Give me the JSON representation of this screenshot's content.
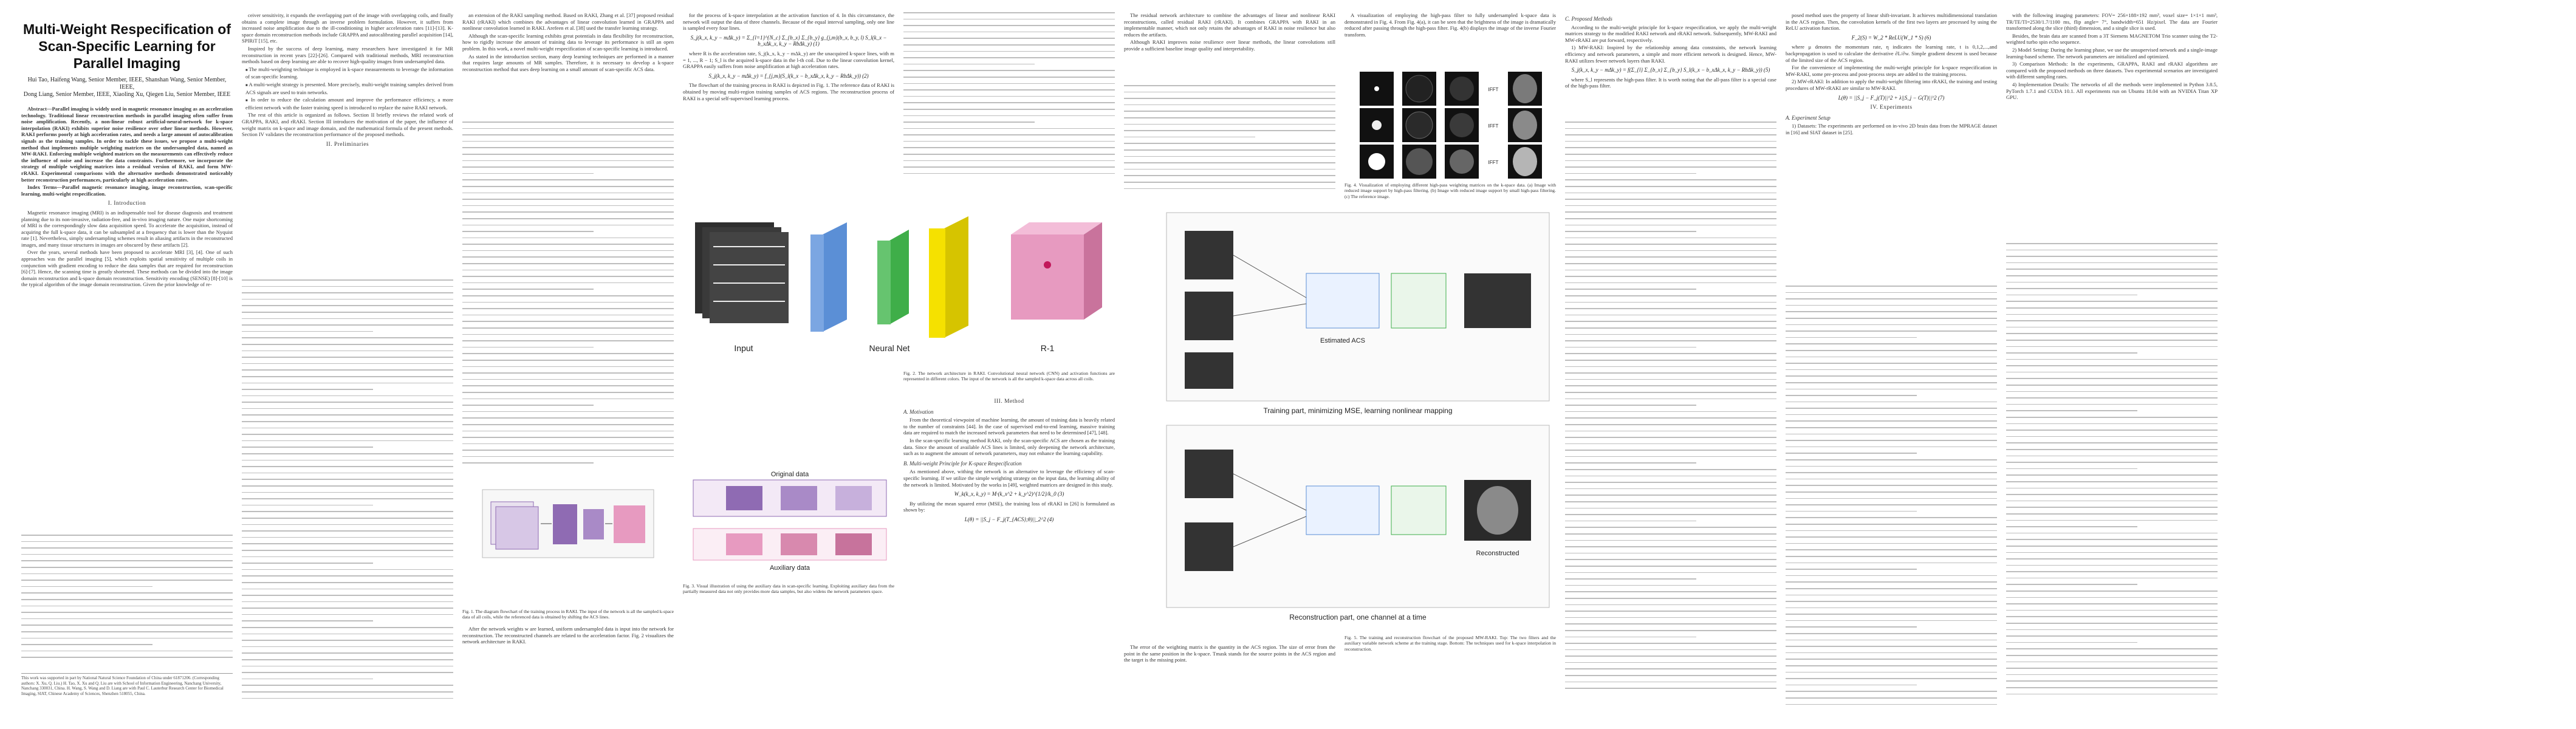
{
  "paper": {
    "title": "Multi-Weight Respecification of Scan-Specific Learning for Parallel Imaging",
    "authors_line1": "Hui Tao, Haifeng Wang, Senior Member, IEEE, Shanshan Wang, Senior Member, IEEE,",
    "authors_line2": "Dong Liang, Senior Member, IEEE, Xiaoling Xu, Qiegen Liu, Senior Member, IEEE",
    "abstract": "Abstract—Parallel imaging is widely used in magnetic resonance imaging as an acceleration technology. Traditional linear reconstruction methods in parallel imaging often suffer from noise amplification. Recently, a non-linear robust artificial-neural-network for k-space interpolation (RAKI) exhibits superior noise resilience over other linear methods. However, RAKI performs poorly at high acceleration rates, and needs a large amount of autocalibration signals as the training samples. In order to tackle these issues, we propose a multi-weight method that implements multiple weighting matrices on the undersampled data, named as MW-RAKI. Enforcing multiple weighted matrices on the measurements can effectively reduce the influence of noise and increase the data constraints. Furthermore, we incorporate the strategy of multiple weighting matrices into a residual version of RAKI, and form MW-rRAKI. Experimental comparisons with the alternative methods demonstrated noticeably better reconstruction performances, particularly at high acceleration rates.",
    "index_terms": "Index Terms—Parallel magnetic resonance imaging, image reconstruction, scan-specific learning, multi-weight respecification.",
    "section_intro": "I. Introduction",
    "intro_p1": "Magnetic resonance imaging (MRI) is an indispensable tool for disease diagnosis and treatment planning due to its non-invasive, radiation-free, and in-vivo imaging nature. One major shortcoming of MRI is the correspondingly slow data acquisition speed. To accelerate the acquisition, instead of acquiring the full k-space data, it can be subsampled at a frequency that is lower than the Nyquist rate [1]. Nevertheless, simply undersampling schemes result in aliasing artifacts in the reconstructed images, and many tissue structures in images are obscured by these artifacts [2].",
    "intro_p2": "Over the years, several methods have been proposed to accelerate MRI [3], [4]. One of such approaches was the parallel imaging [5], which exploits spatial sensitivity of multiple coils in conjunction with gradient encoding to reduce the data samples that are required for reconstruction [6]-[7]. Hence, the scanning time is greatly shortened. These methods can be divided into the image domain reconstruction and k-space domain reconstruction. Sensitivity encoding (SENSE) [8]-[10] is the typical algorithm of the image domain reconstruction. Given the prior knowledge of re-",
    "footnote": "This work was supported in part by National Natural Science Foundation of China under 61871206. (Corresponding authors: X. Xu, Q. Liu.) H. Tao, X. Xu and Q. Liu are with School of Information Engineering, Nanchang University, Nanchang 330031, China. H. Wang, S. Wang and D. Liang are with Paul C. Lauterbur Research Center for Biomedical Imaging, SIAT, Chinese Academy of Sciences, Shenzhen 518055, China.",
    "col2_p1": "ceiver sensitivity, it expands the overlapping part of the image with overlapping coils, and finally obtains a complete image through an inverse problem formulation. However, it suffers from increased noise amplification due to the ill-conditioning in higher acceleration rates [11]-[13]. K-space domain reconstruction methods include GRAPPA and autocalibrating parallel acquisition [14], SPIRiT [15], etc.",
    "col2_p2": "Inspired by the success of deep learning, many researchers have investigated it for MR reconstruction in recent years [22]-[26]. Compared with traditional methods, MRI reconstruction methods based on deep learning are able to recover high-quality images from undersampled data.",
    "col2_bullets": [
      "The multi-weighting technique is employed in k-space measurements to leverage the information of scan-specific learning.",
      "A multi-weight strategy is presented. More precisely, multi-weight training samples derived from ACS signals are used to train networks.",
      "In order to reduce the calculation amount and improve the performance efficiency, a more efficient network with the faster training speed is introduced to replace the naive RAKI network."
    ],
    "col2_tail": "The rest of this article is organized as follows. Section II briefly reviews the related work of GRAPPA, RAKI, and rRAKI. Section III introduces the motivation of the paper, the influence of weight matrix on k-space and image domain, and the mathematical formula of the present methods. Section IV validates the reconstruction performance of the proposed methods.",
    "section_prelim": "II. Preliminaries",
    "col3_p1": "an extension of the RAKI sampling method. Based on RAKI, Zhang et al. [37] proposed residual RAKI (rRAKI) which combines the advantages of linear convolution learned in GRAPPA and nonlinear convolution learned in RAKI. Arefeen et al. [38] used the transfer learning strategy.",
    "col3_p2": "Although the scan-specific learning exhibits great potentials in data flexibility for reconstruction, how to rigidly increase the amount of training data to leverage its performance is still an open problem. In this work, a novel multi-weight respecification of scan-specific learning is introduced.",
    "col3_p3": "As stated in the introduction section, many deep learning techniques are performed in a manner that requires large amounts of MR samples. Therefore, it is necessary to develop a k-space reconstruction method that uses deep learning on a small amount of scan-specific ACS data.",
    "fig1_caption": "Fig. 1. The diagram flowchart of the training process in RAKI. The input of the network is all the sampled k-space data of all coils, while the referenced data is obtained by shifting the ACS lines.",
    "col3_after": "After the network weights w are learned, uniform undersampled data is input into the network for reconstruction. The reconstructed channels are related to the acceleration factor. Fig. 2 visualizes the network architecture in RAKI.",
    "col4_p1": "for the process of k-space interpolation at the activation function of 4. In this circumstance, the network will output the data of three channels. Because of the equal interval sampling, only one line is sampled every four lines.",
    "col4_eq1": "S_j(k_x, k_y − mΔk_y) = Σ_{l=1}^{N_c} Σ_{b_x} Σ_{b_y} g_{j,m}(b_x, b_y, l) S_l(k_x − b_xΔk_x, k_y − RbΔk_y)   (1)",
    "col4_p2": "where R is the acceleration rate, S_j(k_x, k_y − mΔk_y) are the unacquired k-space lines, with m = 1, ..., R − 1; S_l is the acquired k-space data in the l-th coil. Due to the linear convolution kernel, GRAPPA easily suffers from noise amplification at high acceleration rates.",
    "col4_eq2": "S_j(k_x, k_y − mΔk_y) = f_{j,m}(S_l(k_x − b_xΔk_x, k_y − RbΔk_y))   (2)",
    "col4_p3": "The flowchart of the training process in RAKI is depicted in Fig. 1. The reference data of RAKI is obtained by moving multi-region training samples of ACS regions. The reconstruction process of RAKI is a special self-supervised learning process.",
    "fig2_caption": "Fig. 2. The network architecture in RAKI. Convolutional neural network (CNN) and activation functions are represented in different colors. The input of the network is all the sampled k-space data across all coils.",
    "fig2_labels": [
      "Input",
      "Neural Net",
      "R-1"
    ],
    "fig3_caption": "Fig. 3. Visual illustration of using the auxiliary data in scan-specific learning. Exploiting auxiliary data from the partially measured data not only provides more data samples, but also widens the network parameters space.",
    "fig3_labels": [
      "Original data",
      "Auxiliary data"
    ],
    "section_method": "III. Method",
    "subsec_motivation": "A. Motivation",
    "col5_p1": "From the theoretical viewpoint of machine learning, the amount of training data is heavily related to the number of constraints [44]. In the case of supervised end-to-end learning, massive training data are required to match the increased network parameters that need to be determined [47], [48].",
    "col5_p2": "In the scan-specific learning method RAKI, only the scan-specific ACS are chosen as the training data. Since the amount of available ACS lines is limited, only deepening the network architecture, such as to augment the amount of network parameters, may not enhance the learning capability.",
    "subsec_multiweight": "B. Multi-weight Principle for K-space Respecification",
    "col5_p3": "As mentioned above, withing the network is an alternative to leverage the efficiency of scan-specific learning. If we utilize the simple weighting strategy on the input data, the learning ability of the network is limited. Motivated by the works in [49], weighted matrices are designed in this study.",
    "col5_eq": "W_k(k_x, k_y) = M·(k_x^2 + k_y^2)^{1/2}/k_0   (3)",
    "col5_p4": "By utilizing the mean squared error (MSE), the training loss of rRAKI in [26] is formulated as shown by:",
    "col5_eq2": "L(θ) = ||S_j − F_j(T_{ACS};θ)||_2^2   (4)",
    "col6_p1": "The residual network architecture to combine the advantages of linear and nonlinear RAKI reconstructions, called residual RAKI (rRAKI). It combines GRAPPA with RAKI in an implementable manner, which not only retains the advantages of RAKI in noise resilience but also reduces the artifacts.",
    "col6_p2": "Although RAKI improves noise resilience over linear methods, the linear convolutions still provide a sufficient baseline image quality and interpretability.",
    "col6_p3": "The error of the weighting matrix is the quantity in the ACS region. The size of error from the point in the same position in the k-space. Tmask stands for the source points in the ACS region and the target is the missing point.",
    "fig5_caption": "Fig. 5. The training and reconstruction flowchart of the proposed MW-RAKI. Top: The two filters and the auxiliary variable network scheme at the training stage. Bottom: The techniques used for k-space interpolation in reconstruction.",
    "fig5_labels": [
      "Training part, minimizing MSE, learning nonlinear mapping",
      "Reconstruction part, one channel at a time",
      "Estimated ACS",
      "Reconstructed"
    ],
    "col7_p1": "A visualization of employing the high-pass filter to fully undersampled k-space data is demonstrated in Fig. 4. From Fig. 4(a), it can be seen that the brightness of the image is dramatically reduced after passing through the high-pass filter. Fig. 4(b) displays the image of the inverse Fourier transform.",
    "fig4_caption": "Fig. 4. Visualization of employing different high-pass weighting matrices on the k-space data. (a) Image with reduced image support by high-pass filtering. (b) Image with reduced image support by small high-pass filtering. (c) The reference image.",
    "fig4_labels": [
      "IFFT",
      "IFFT",
      "IFFT"
    ],
    "subsec_proposed": "C. Proposed Methods",
    "col8_p1": "According to the multi-weight principle for k-space respecification, we apply the multi-weight matrices strategy to the modified RAKI network and rRAKI network. Subsequently, MW-RAKI and MW-rRAKI are put forward, respectively.",
    "col8_p2": "1) MW-RAKI: Inspired by the relationship among data constraints, the network learning efficiency and network parameters, a simple and more efficient network is designed. Hence, MW-RAKI utilizes fewer network layers than RAKI.",
    "col8_eq": "S_j(k_x, k_y − mΔk_y) = f(Σ_{l} Σ_{b_x} Σ_{b_y} S_l(k_x − b_xΔk_x, k_y − RbΔk_y))   (5)",
    "col8_p3": "where S_l represents the high-pass filter. It is worth noting that the all-pass filter is a special case of the high-pass filter.",
    "col9_p1": "posed method uses the property of linear shift-invariant. It achieves multidimensional translation in the ACS region. Then, the convolution kernels of the first two layers are processed by using the ReLU activation function.",
    "col9_eq": "F_2(S) = W_2 * ReLU(W_1 * S)   (6)",
    "col9_p2": "where μ denotes the momentum rate, η indicates the learning rate, t is 0,1,2,...,and backpropagation is used to calculate the derivative ∂L/∂w. Simple gradient descent is used because of the limited size of the ACS region.",
    "col9_p3": "For the convenience of implementing the multi-weight principle for k-space respecification in MW-RAKI, some pre-process and post-process steps are added to the training process.",
    "subsec_params": "2) MW-rRAKI: In addition to apply the multi-weight filtering into rRAKI, the training and testing procedures of MW-rRAKI are similar to MW-RAKI.",
    "col9_eq2": "L(θ) = ||S_j − F_j(T)||^2 + λ||S_j − G(T)||^2   (7)",
    "section_experiments": "IV. Experiments",
    "subsec_setup": "A. Experiment Setup",
    "col9_p4": "1) Datasets: The experiments are performed on in-vivo 2D brain data from the MPRAGE dataset in [16] and SIAT dataset in [25].",
    "col10_p1": "with the following imaging parameters: FOV= 256×188×192 mm³, voxel size= 1×1×1 mm³, TR/TE/TI=2530/1.7/1100 ms, flip angle= 7°, bandwidth=651 Hz/pixel. The data are Fourier transformed along the slice (third) dimension, and a single slice is used.",
    "col10_p2": "Besides, the brain data are scanned from a 3T Siemens MAGNETOM Trio scanner using the T2-weighted turbo spin echo sequence.",
    "col10_p3": "2) Model Setting: During the learning phase, we use the unsupervised network and a single-image learning-based scheme. The network parameters are initialized and optimized.",
    "col10_p4": "3) Comparison Methods: In the experiments, GRAPPA, RAKI and rRAKI algorithms are compared with the proposed methods on three datasets. Two experimental scenarios are investigated with different sampling rates.",
    "col10_p5": "4) Implementation Details: The networks of all the methods were implemented in Python 3.8.5, PyTorch 1.7.1 and CUDA 10.1. All experiments run on Ubuntu 18.04 with an NVIDIA Titan XP GPU."
  },
  "colors": {
    "text": "#333333",
    "fig_yellow": "#f5e100",
    "fig_blue": "#5b8fd6",
    "fig_green": "#3fae49",
    "fig_pink": "#e79ac0",
    "fig_purple": "#8f6bb3"
  }
}
